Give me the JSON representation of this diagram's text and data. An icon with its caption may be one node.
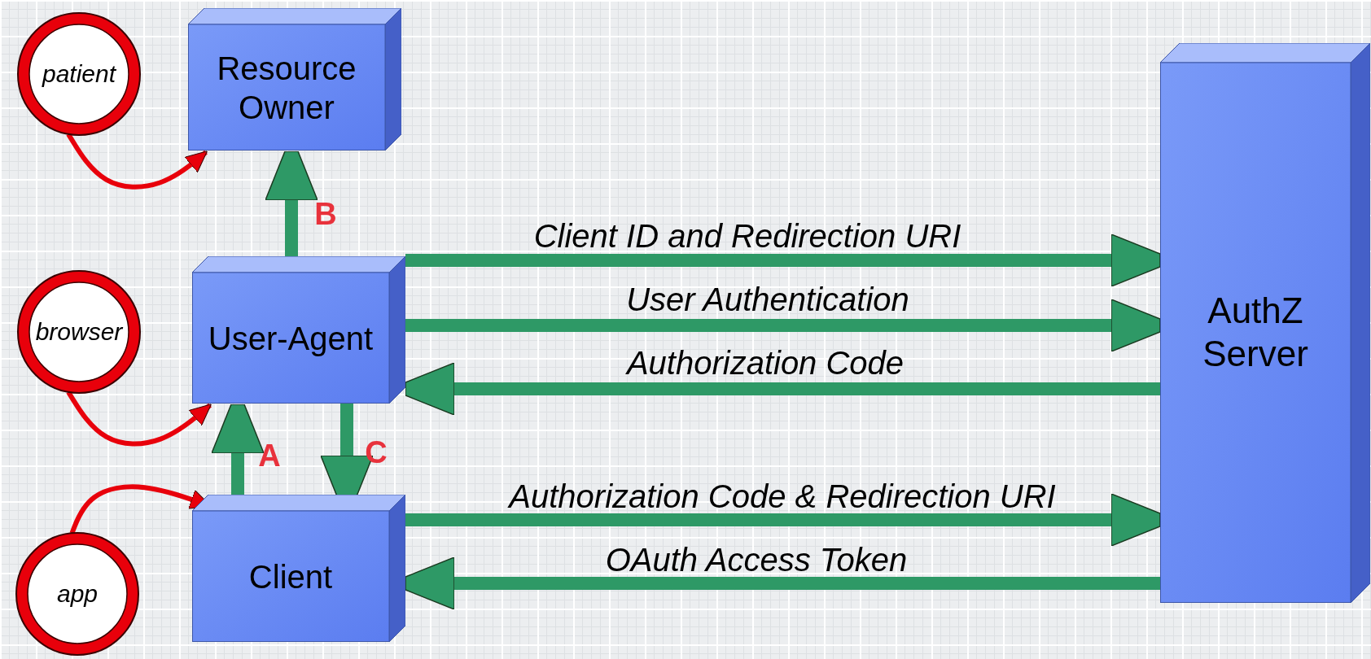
{
  "diagram": {
    "nodes": [
      {
        "text": [
          "patient"
        ]
      },
      {
        "text": [
          "Resource Owner"
        ]
      },
      {
        "text": [
          "browser"
        ]
      },
      {
        "text": [
          "User-Agent"
        ]
      },
      {
        "text": [
          "app"
        ]
      },
      {
        "text": [
          "Client"
        ]
      },
      {
        "text": [
          "AuthZ Server"
        ]
      }
    ],
    "edges": [
      {
        "from": 0,
        "to": 1,
        "arrow": "to",
        "color": "#e8000b"
      },
      {
        "from": 3,
        "to": 1,
        "arrow": "to",
        "label": "B"
      },
      {
        "from": 2,
        "to": 3,
        "arrow": "to",
        "color": "#e8000b"
      },
      {
        "from": 5,
        "to": 3,
        "arrow": "to",
        "label": "A"
      },
      {
        "from": 3,
        "to": 5,
        "arrow": "to",
        "label": "C"
      },
      {
        "from": 4,
        "to": 5,
        "arrow": "to",
        "color": "#e8000b"
      },
      {
        "from": 3,
        "to": 6,
        "arrow": "to",
        "label": "Client ID and Redirection URI"
      },
      {
        "from": 3,
        "to": 6,
        "arrow": "to",
        "label": "User Authentication"
      },
      {
        "from": 6,
        "to": 3,
        "arrow": "to",
        "label": "Authorization Code"
      },
      {
        "from": 5,
        "to": 6,
        "arrow": "to",
        "label": "Authorization Code & Redirection URI"
      },
      {
        "from": 6,
        "to": 5,
        "arrow": "to",
        "label": "OAuth *Access Token*"
      }
    ]
  }
}
